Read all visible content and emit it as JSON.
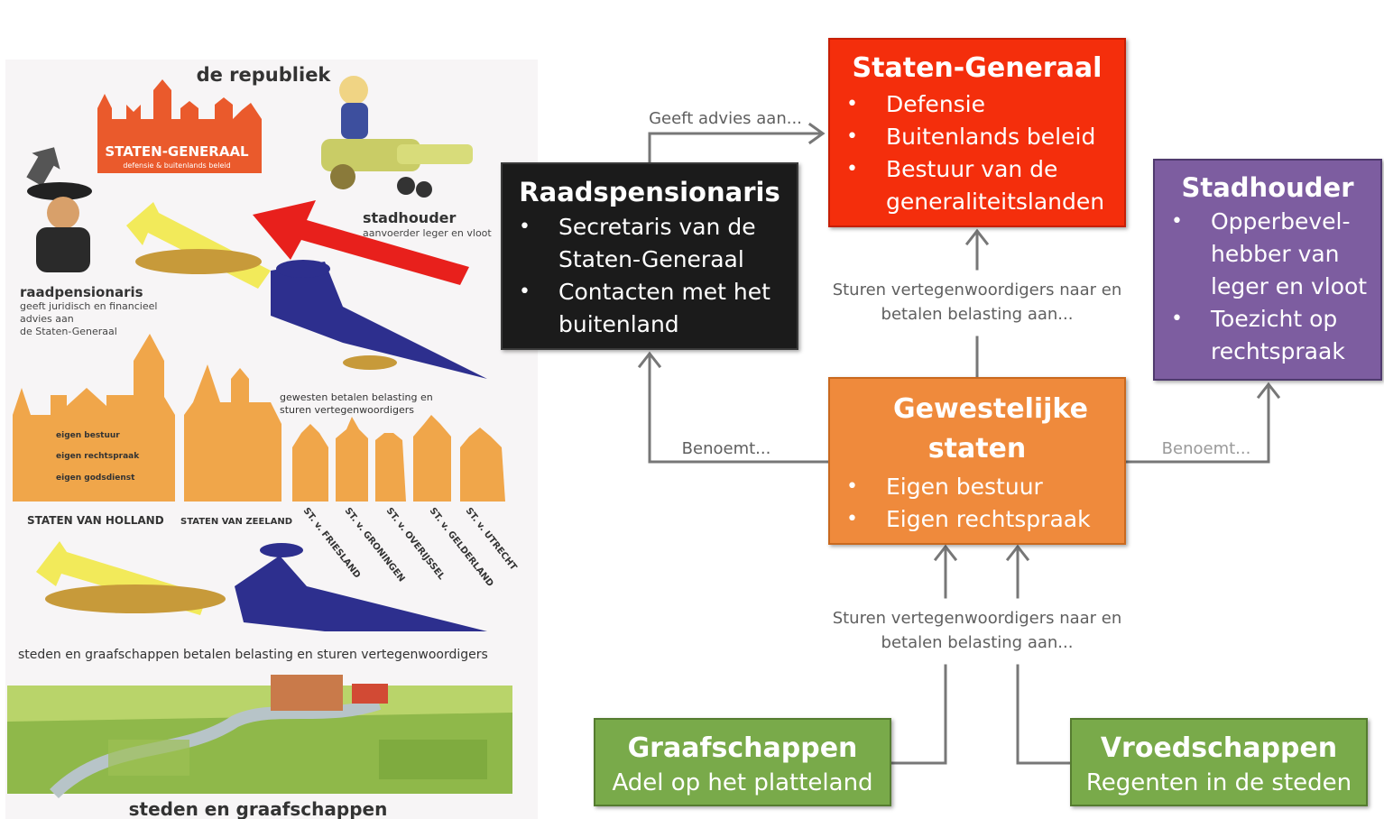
{
  "illustration": {
    "title": "de republiek",
    "staten_generaal_sign": "STATEN-GENERAAL",
    "staten_generaal_sub": "defensie & buitenlands beleid",
    "stadhouder_label": "stadhouder",
    "stadhouder_sub": "aanvoerder leger en vloot",
    "raadpensionaris_label": "raadpensionaris",
    "raadpensionaris_sub": [
      "geeft juridisch en financieel",
      "advies aan",
      "de Staten-Generaal"
    ],
    "holland_items": [
      "eigen bestuur",
      "eigen rechtspraak",
      "eigen godsdienst"
    ],
    "gewesten_caption": [
      "gewesten betalen belasting en",
      "sturen vertegenwoordigers"
    ],
    "staten_holland": "STATEN VAN HOLLAND",
    "staten_zeeland": "STATEN VAN ZEELAND",
    "provinces": [
      "ST. v. FRIESLAND",
      "ST. v. GRONINGEN",
      "ST. v. OVERIJSSEL",
      "ST. v. GELDERLAND",
      "ST. v. UTRECHT"
    ],
    "steden_caption": "steden en graafschappen betalen belasting en sturen vertegenwoordigers",
    "bottom_caption": "steden en graafschappen"
  },
  "diagram": {
    "staten_generaal": {
      "title": "Staten-Generaal",
      "items": [
        "Defensie",
        "Buitenlands beleid",
        "Bestuur van de generaliteitslanden"
      ],
      "color": "#f42e0c"
    },
    "raadspensionaris": {
      "title": "Raadspensionaris",
      "items": [
        "Secretaris  van de Staten-Generaal",
        "Contacten met het buitenland"
      ],
      "color": "#1b1b1b"
    },
    "stadhouder": {
      "title": "Stadhouder",
      "items": [
        "Opperbevel-hebber van leger en vloot",
        "Toezicht op rechtspraak"
      ],
      "color": "#7d5da0"
    },
    "gewestelijke": {
      "title": "Gewestelijke staten",
      "items": [
        "Eigen bestuur",
        "Eigen rechtspraak"
      ],
      "color": "#ef8a3c"
    },
    "graafschappen": {
      "title": "Graafschappen",
      "subtitle": "Adel op het platteland",
      "color": "#79aa4a"
    },
    "vroedschappen": {
      "title": "Vroedschappen",
      "subtitle": "Regenten in de steden",
      "color": "#79aa4a"
    },
    "labels": {
      "geeft_advies": "Geeft advies aan...",
      "sturen_top": [
        "Sturen vertegenwoordigers naar en",
        "betalen belasting aan..."
      ],
      "benoemt_left": "Benoemt...",
      "benoemt_right": "Benoemt...",
      "sturen_bottom": [
        "Sturen vertegenwoordigers naar en",
        "betalen belasting aan..."
      ]
    }
  }
}
